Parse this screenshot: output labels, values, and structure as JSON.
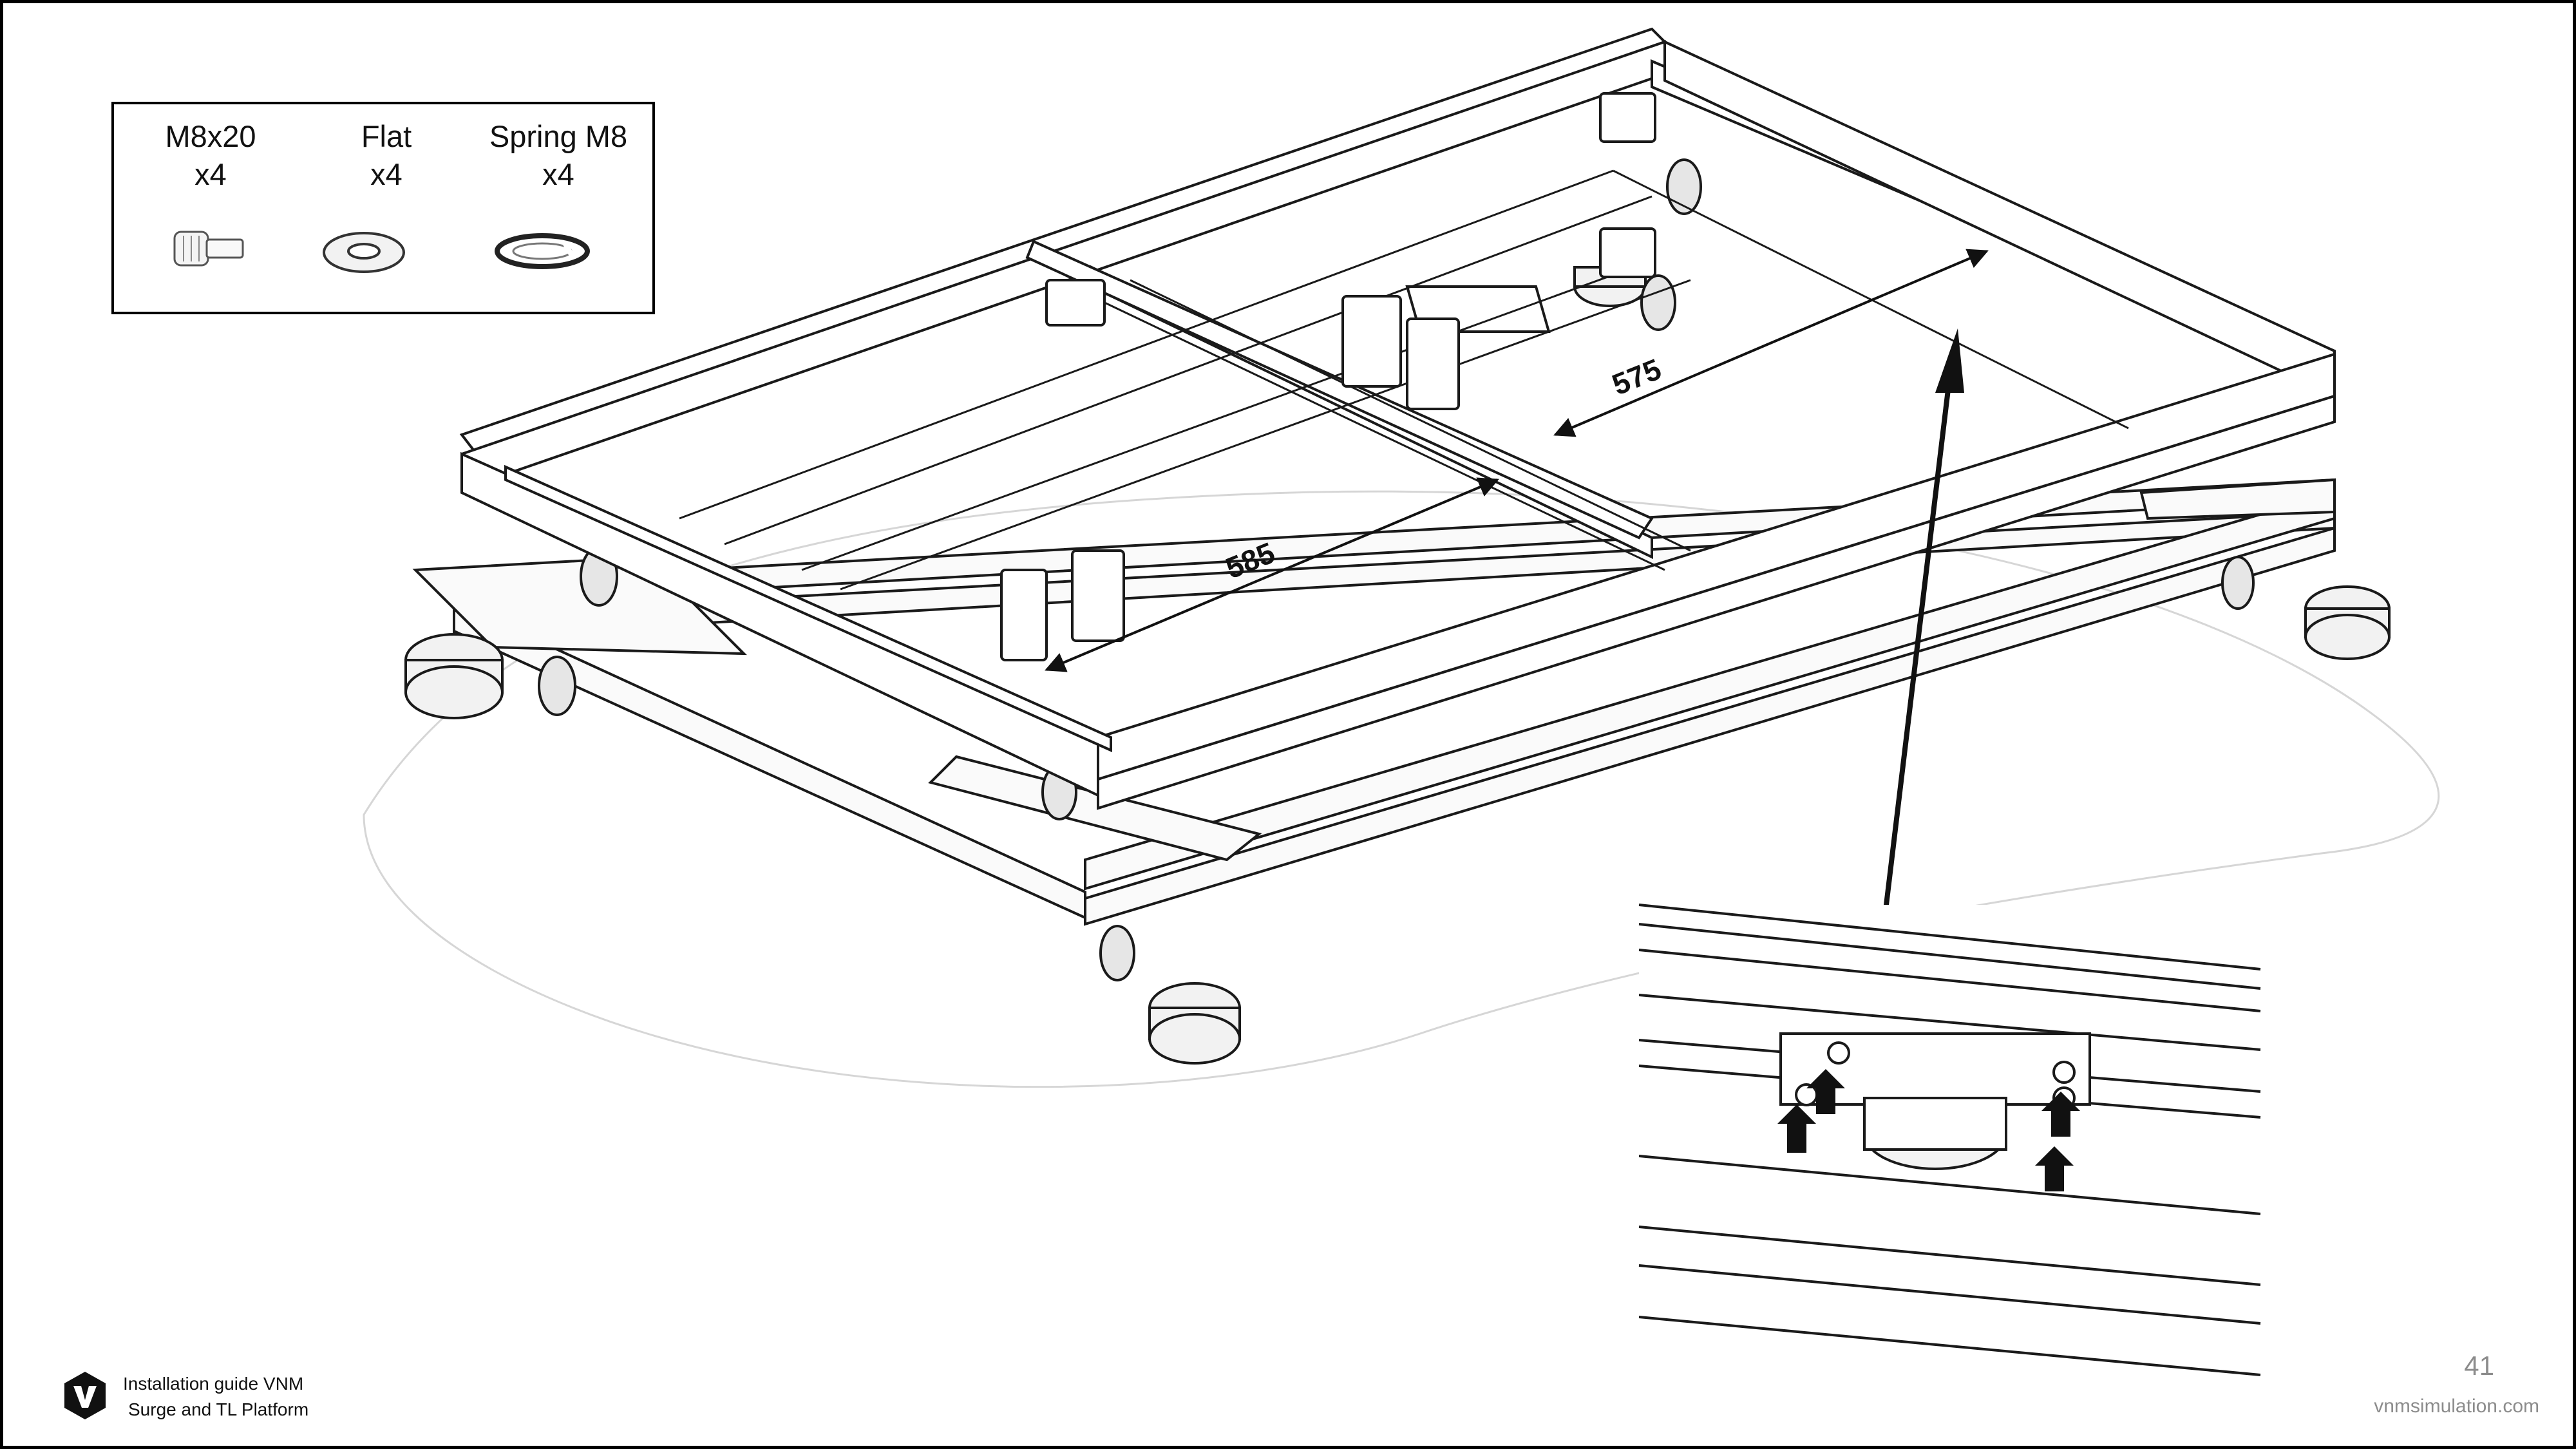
{
  "hardware": [
    {
      "name": "M8x20",
      "qty": "x4",
      "icon": "bolt-icon"
    },
    {
      "name": "Flat",
      "qty": "x4",
      "icon": "flat-washer-icon"
    },
    {
      "name": "Spring M8",
      "qty": "x4",
      "icon": "spring-washer-icon"
    }
  ],
  "dimensions": {
    "front": "585",
    "rear": "575"
  },
  "footer": {
    "guide_line1": "Installation guide VNM",
    "guide_line2": "Surge and TL Platform",
    "page_number": "41",
    "website": "vnmsimulation.com"
  },
  "colors": {
    "border": "#000000",
    "drawing": "#1a1a1a",
    "footer_gray": "#8c8c8c"
  }
}
